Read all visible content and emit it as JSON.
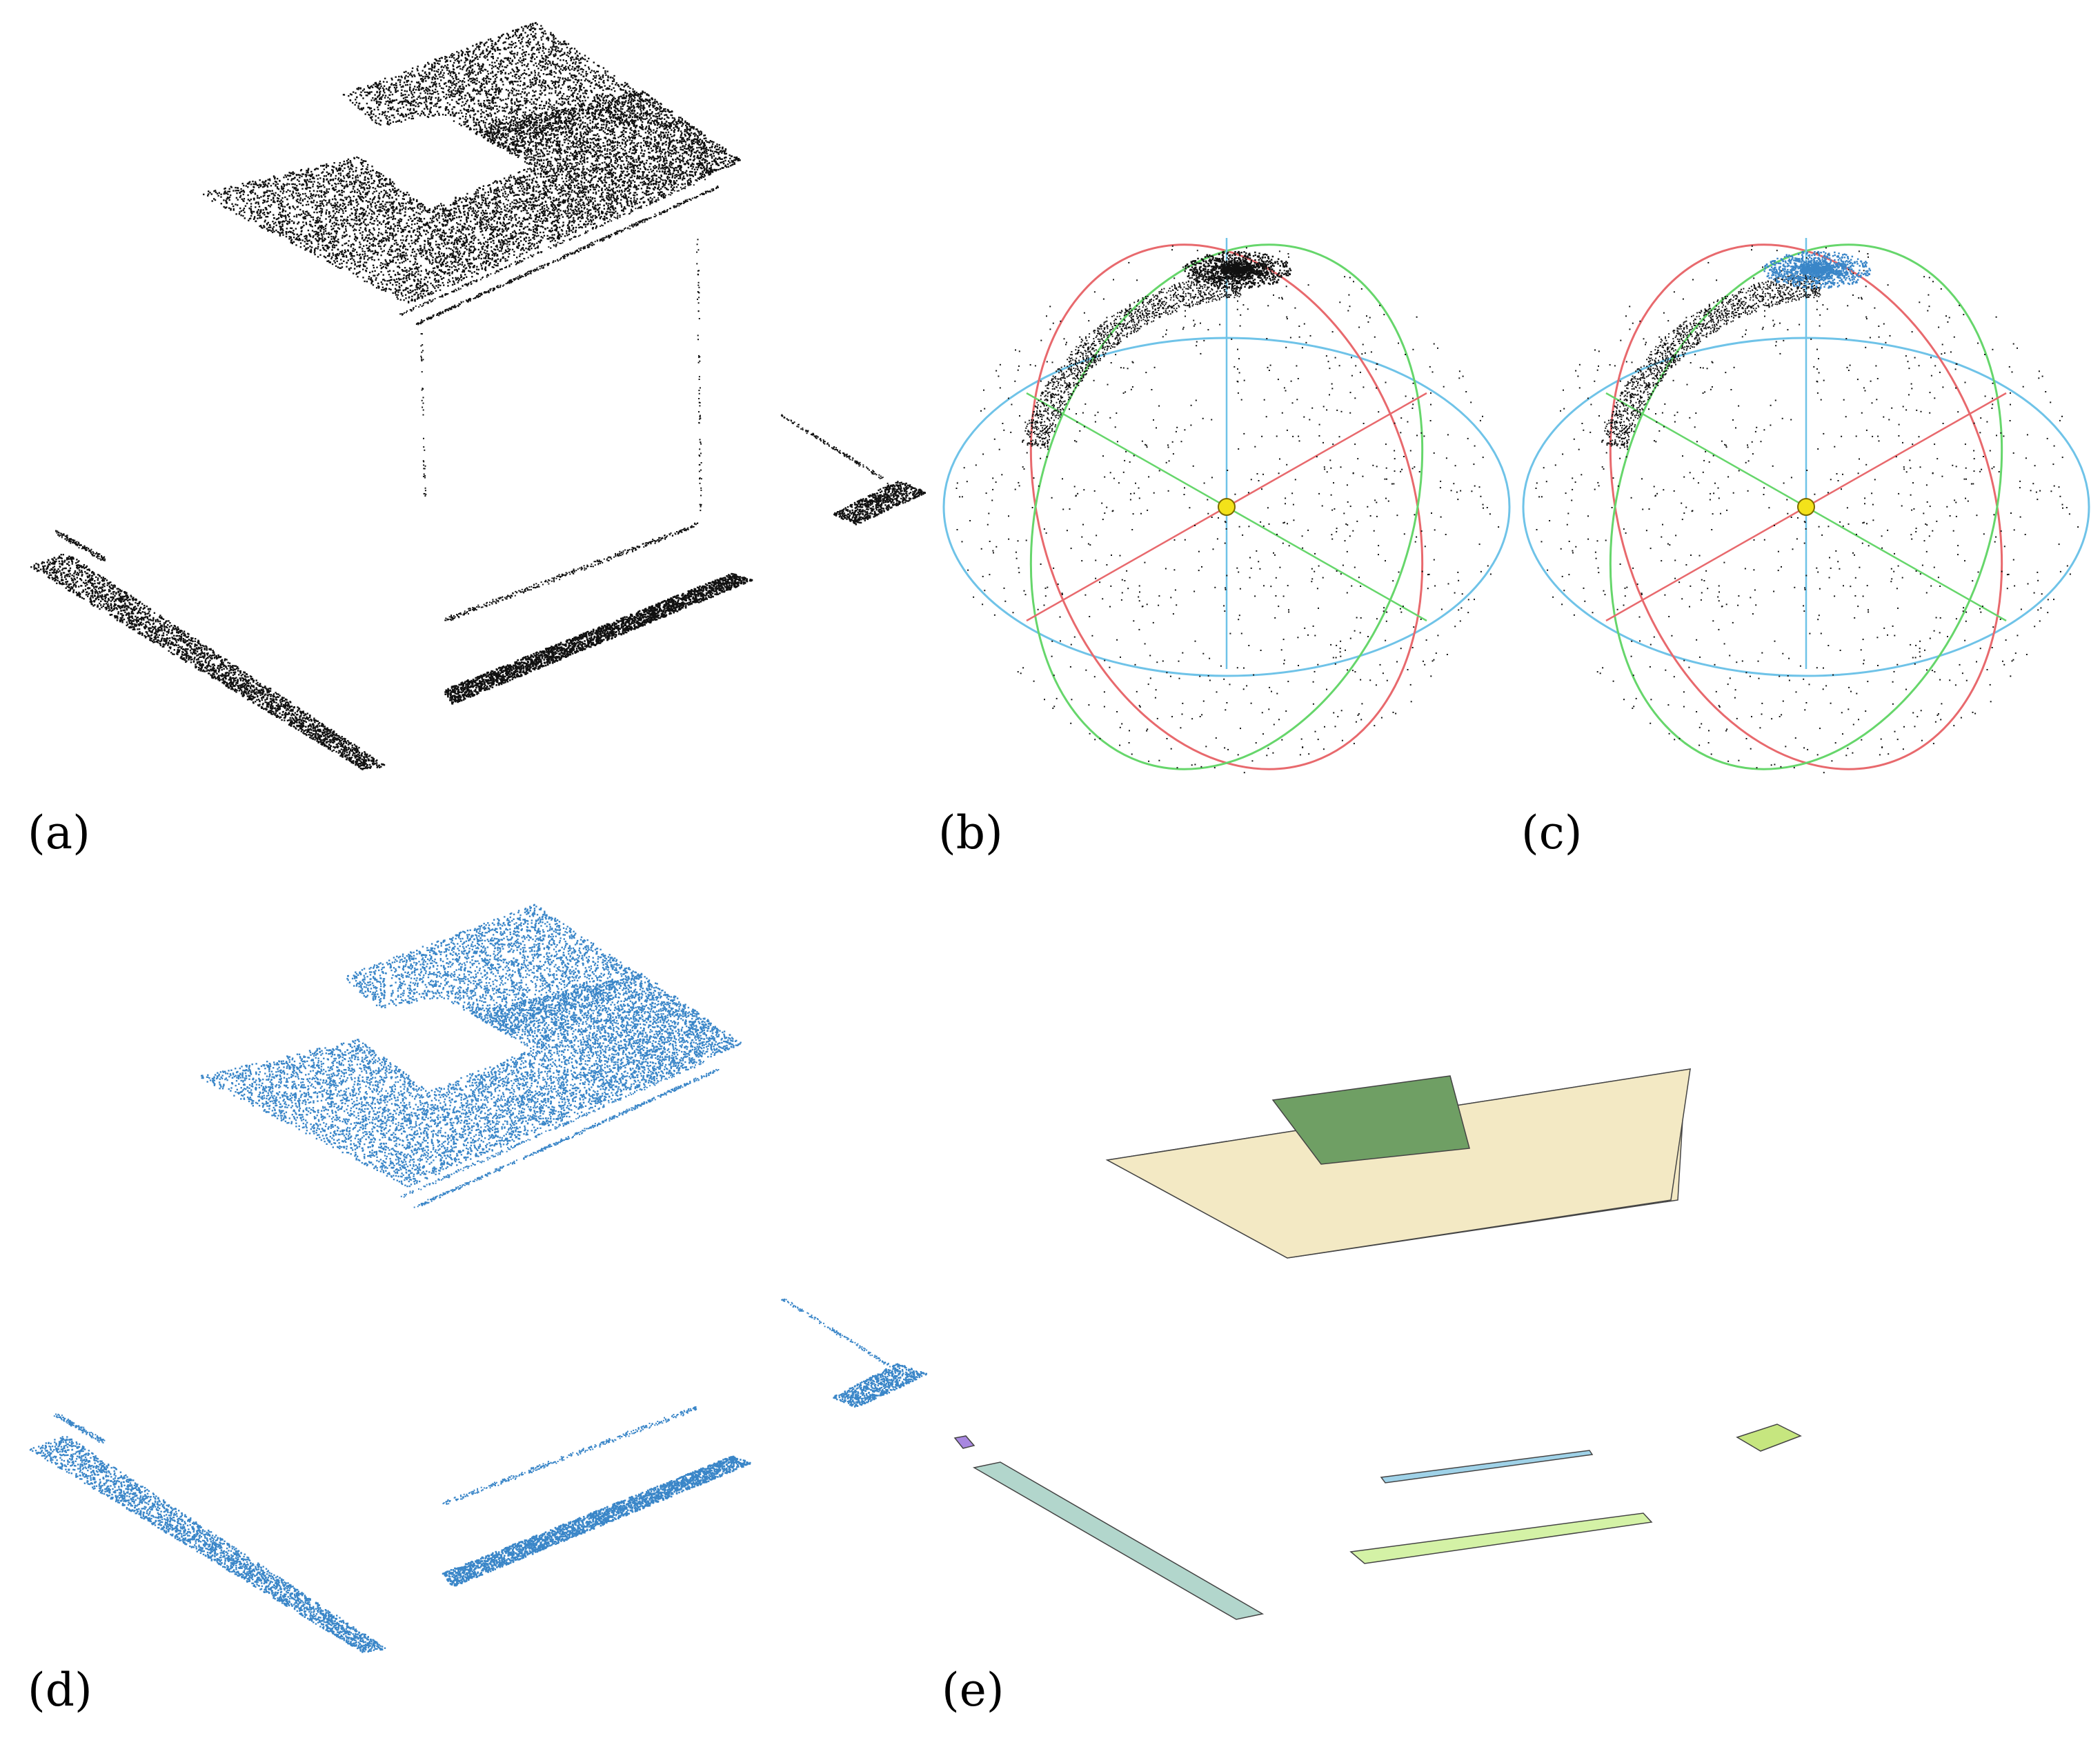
{
  "figure": {
    "panels": [
      {
        "id": "a",
        "label": "(a)"
      },
      {
        "id": "b",
        "label": "(b)"
      },
      {
        "id": "c",
        "label": "(c)"
      },
      {
        "id": "d",
        "label": "(d)"
      },
      {
        "id": "e",
        "label": "(e)"
      }
    ]
  },
  "colors": {
    "points_raw": "#111111",
    "points_segmented": "#3a86c8",
    "ring_x": "#e8696d",
    "ring_y": "#66d66b",
    "ring_z": "#6fc3e8",
    "center_sphere": "#f3e21a",
    "plane_large": "#f3e9c4",
    "plane_dark": "#6f9f64",
    "plane_long": "#b2d6cc",
    "plane_bar_blue": "#9fd2e8",
    "plane_bar_lime": "#d4f2a6",
    "plane_small_lime": "#c6e67f",
    "plane_tiny_purple": "#a887e0"
  }
}
